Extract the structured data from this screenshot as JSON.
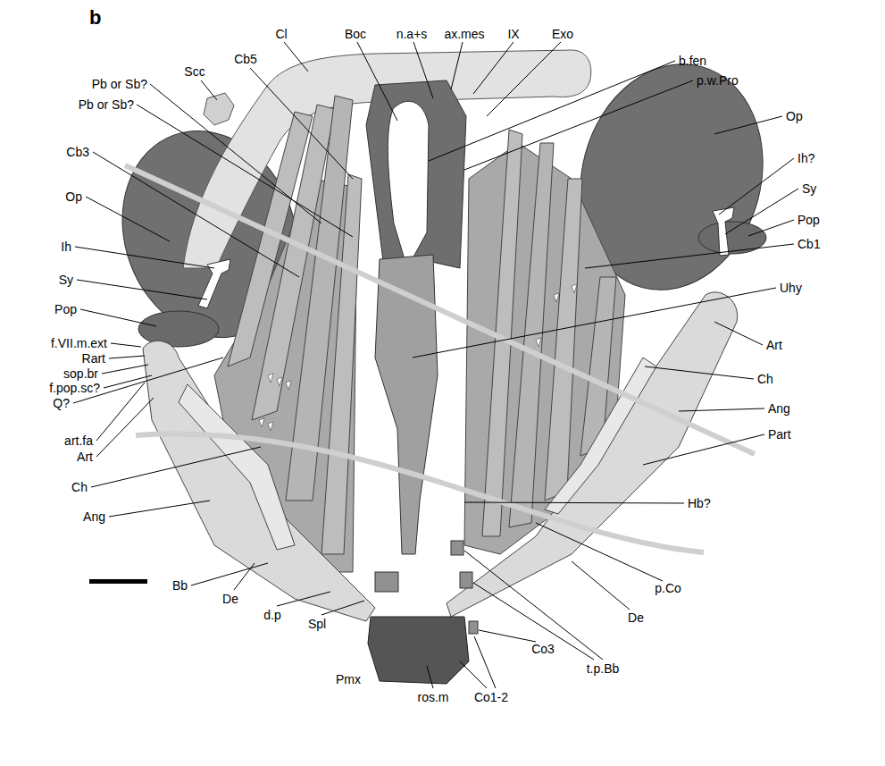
{
  "diagram": {
    "labels": [
      "b",
      "Cl",
      "Boc",
      "n.a+s",
      "ax.mes",
      "IX",
      "Exo",
      "Cb5",
      "b.fen",
      "Scc",
      "p.w.Pro",
      "Pb or Sb?",
      "Pb or Sb?",
      "Op",
      "Cb3",
      "Ih?",
      "Sy",
      "Op",
      "Pop",
      "Cb1",
      "Ih",
      "Sy",
      "Uhy",
      "Pop",
      "f.VII.m.ext",
      "Art",
      "Rart",
      "sop.br",
      "Ch",
      "f.pop.sc?",
      "Q?",
      "Ang",
      "Part",
      "art.fa",
      "Art",
      "Ch",
      "Hb?",
      "Ang",
      "Bb",
      "p.Co",
      "De",
      "d.p",
      "De",
      "Spl",
      "Co3",
      "t.p.Bb",
      "Pmx",
      "ros.m",
      "Co1-2"
    ]
  }
}
